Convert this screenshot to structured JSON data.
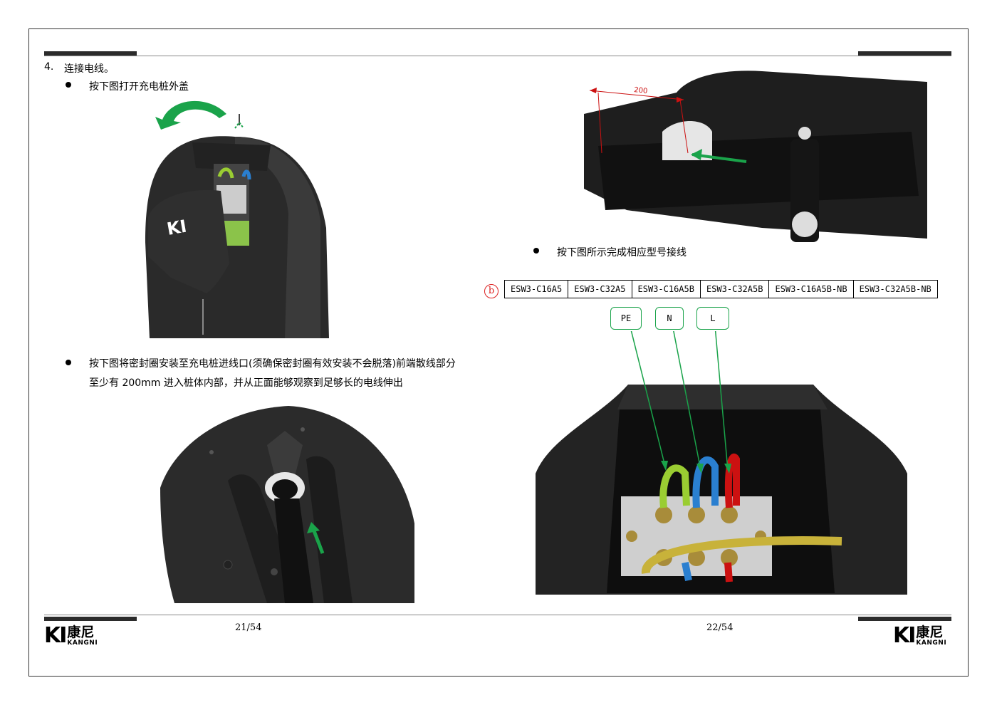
{
  "left_page": {
    "section_number": "4.",
    "section_title": "连接电线。",
    "bullet1": "按下图打开充电桩外盖",
    "bullet2_line1": "按下图将密封圈安装至充电桩进线口(须确保密封圈有效安装不会脱落)前端散线部分",
    "bullet2_line2": "至少有 200mm 进入桩体内部，并从正面能够观察到足够长的电线伸出",
    "page_number": "21/54"
  },
  "right_page": {
    "dimension_label": "200",
    "bullet3": "按下图所示完成相应型号接线",
    "marker": "b",
    "models": [
      "ESW3-C16A5",
      "ESW3-C32A5",
      "ESW3-C16A5B",
      "ESW3-C32A5B",
      "ESW3-C16A5B-NB",
      "ESW3-C32A5B-NB"
    ],
    "wire_labels": [
      "PE",
      "N",
      "L"
    ],
    "page_number": "22/54"
  },
  "brand": {
    "mark": "KI",
    "name_cn": "康尼",
    "name_en": "KANGNI"
  },
  "colors": {
    "arrow_green": "#1aa34a",
    "dimension_red": "#cc1111",
    "device_body": "#2a2a2a"
  }
}
